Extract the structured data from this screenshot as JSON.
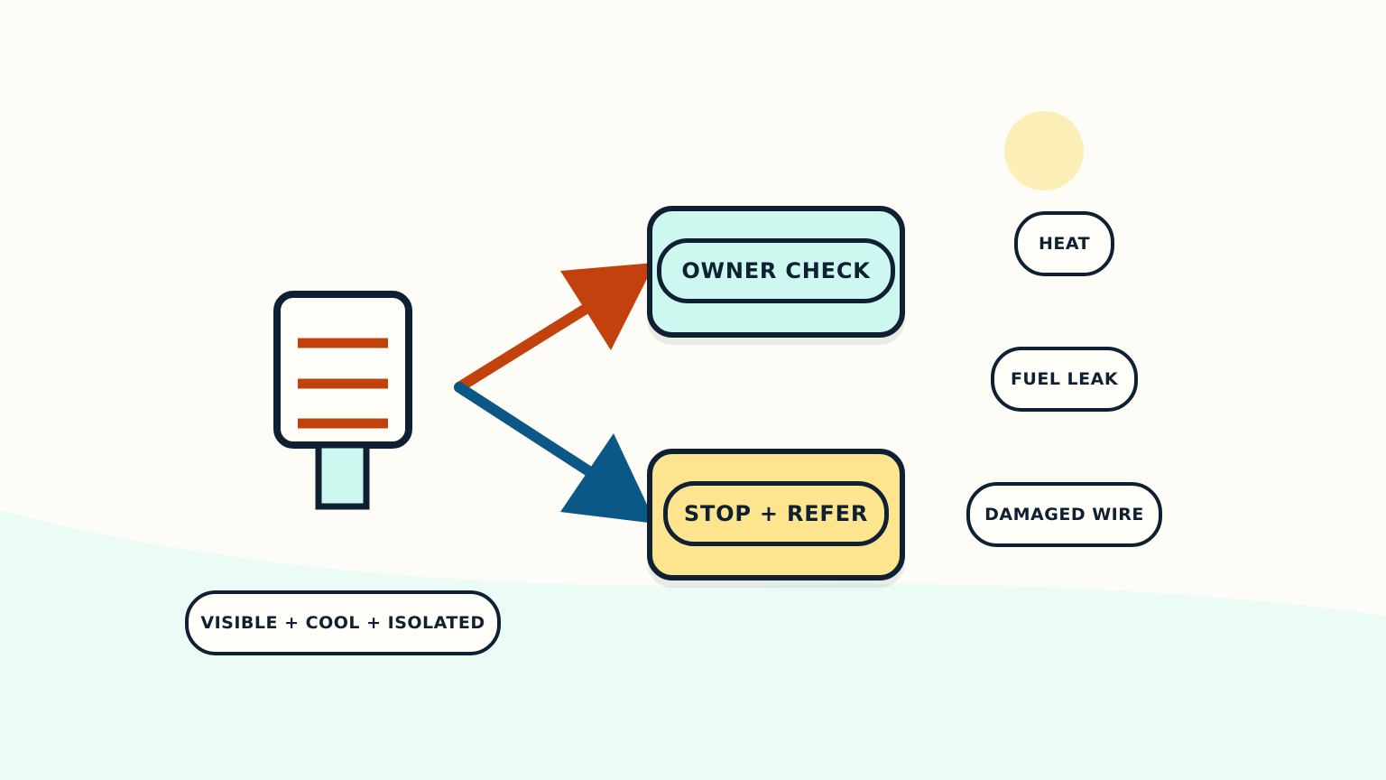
{
  "colors": {
    "background": "#fefcf6",
    "ground": "#ebfbf5",
    "ink": "#102033",
    "orange": "#c2410c",
    "blue": "#0b5887",
    "mint": "#cdf8ef",
    "yellow": "#fde58f",
    "sun": "#fbefb7",
    "pill_fill": "#fffef9"
  },
  "device": {
    "icon": "charger-icon"
  },
  "outcomes": {
    "owner_check": "OWNER CHECK",
    "stop_refer": "STOP + REFER"
  },
  "conditions": {
    "visible_cool_isolated": "VISIBLE + COOL + ISOLATED"
  },
  "hazards": [
    "HEAT",
    "FUEL LEAK",
    "DAMAGED WIRE"
  ]
}
